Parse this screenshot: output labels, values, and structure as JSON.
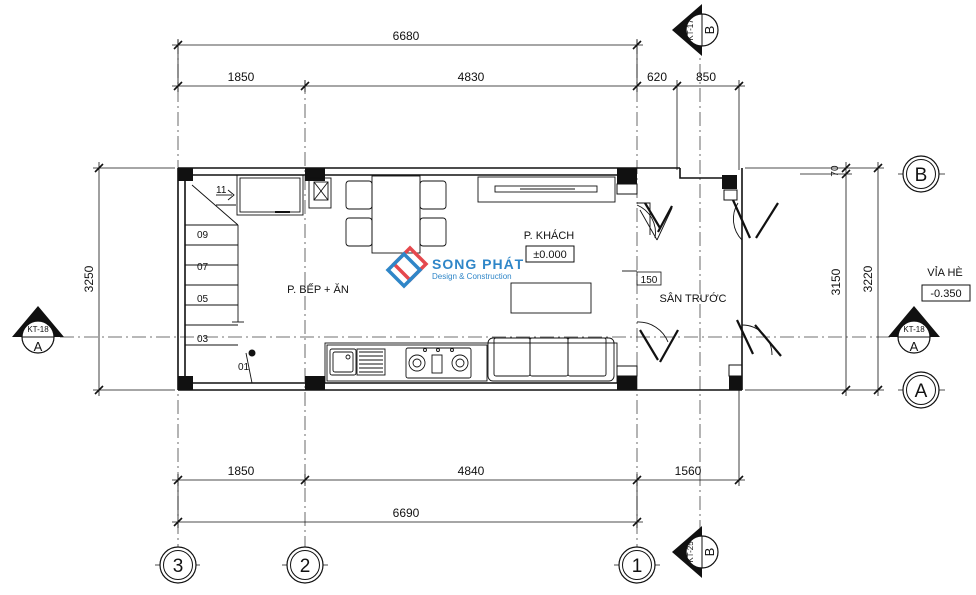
{
  "dimensions": {
    "top_total": "6680",
    "top_left": "1850",
    "top_mid": "4830",
    "top_r1": "620",
    "top_r2": "850",
    "bottom_left": "1850",
    "bottom_mid": "4840",
    "bottom_right": "1560",
    "bottom_total": "6690",
    "left_height": "3250",
    "right_a": "70",
    "right_b": "3150",
    "right_c": "3220"
  },
  "grid_labels": {
    "axis_1": "1",
    "axis_2": "2",
    "axis_3": "3",
    "axis_a": "A",
    "axis_b": "B"
  },
  "section_marks": {
    "top_ref": "KT-17",
    "top_letter": "B",
    "bottom_ref": "KT-25",
    "bottom_letter": "B",
    "left_ref": "KT-18",
    "left_letter": "A",
    "right_ref": "KT-18",
    "right_letter": "A"
  },
  "rooms": {
    "kitchen": "P. BẾP + ĂN",
    "living": "P. KHÁCH",
    "living_level": "±0.000",
    "front_yard": "SÂN TRƯỚC",
    "step_label": "150"
  },
  "sidewalk": {
    "label": "VỈA HÈ",
    "level": "-0.350"
  },
  "stairs": {
    "steps": [
      "11",
      "09",
      "07",
      "05",
      "03",
      "01"
    ]
  },
  "watermark": {
    "name": "SONG PHÁT",
    "tagline": "Design & Construction"
  },
  "colors": {
    "line": "#111111",
    "watermark_red": "#e5484d",
    "watermark_blue": "#2f86c8"
  }
}
